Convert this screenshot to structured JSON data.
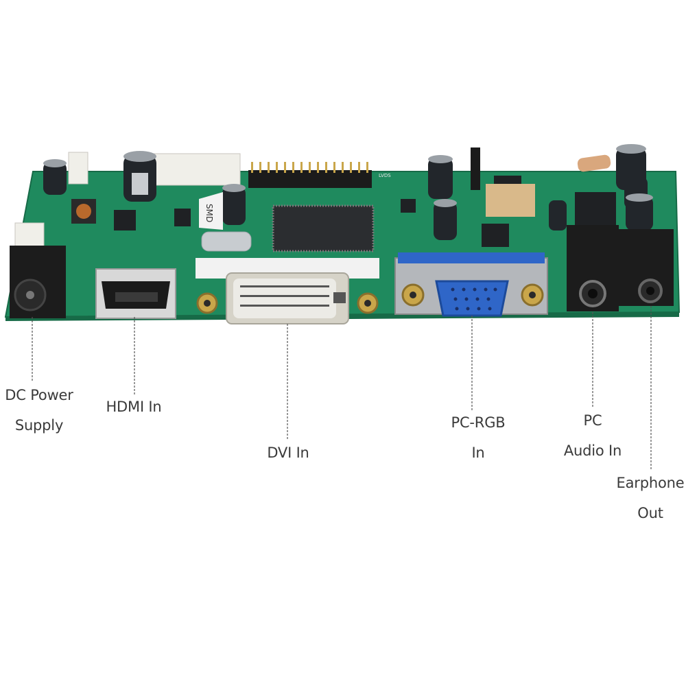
{
  "labels": {
    "dc_power": {
      "line1": "DC Power",
      "line2": "Supply"
    },
    "hdmi": {
      "line1": "HDMI In"
    },
    "dvi": {
      "line1": "DVI In"
    },
    "pc_rgb": {
      "line1": "PC-RGB",
      "line2": "In"
    },
    "pc_audio": {
      "line1": "PC",
      "line2": "Audio In"
    },
    "earphone": {
      "line1": "Earphone",
      "line2": "Out"
    }
  },
  "board_markings": {
    "smd": "SMD",
    "lvds": "LVDS"
  },
  "colors": {
    "pcb": "#1f8a5e",
    "pcb_dark": "#176a47",
    "vga_blue": "#2f66c8",
    "leader_line": "#555555"
  }
}
